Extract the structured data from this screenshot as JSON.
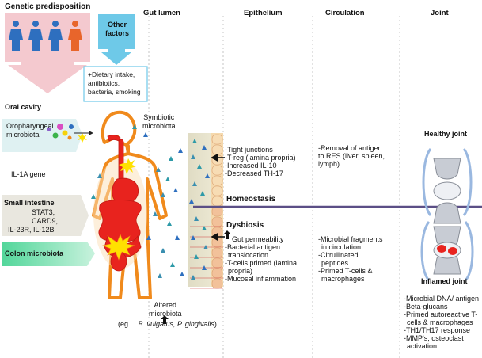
{
  "columns": {
    "genetic": "Genetic predisposition",
    "gut_lumen": "Gut lumen",
    "epithelium": "Epithelium",
    "circulation": "Circulation",
    "joint": "Joint"
  },
  "other_factors": {
    "title": "Other factors",
    "items": "+Dietary intake, antibiotics, bacteria, smoking",
    "lines": [
      "+Dietary intake,",
      "antibiotics,",
      "bacteria, smoking"
    ]
  },
  "oral": {
    "title": "Oral cavity",
    "microbiota_lines": [
      "Oropharyngeal",
      "microbiota"
    ],
    "gene": "IL-1A gene"
  },
  "small_intestine": {
    "title": "Small intestine",
    "genes": [
      "STAT3,",
      "CARD9,",
      "IL-23R, IL-12B"
    ]
  },
  "colon": {
    "title": "Colon microbiota"
  },
  "symbiotic": [
    "Symbiotic",
    "microbiota"
  ],
  "altered": {
    "lines": [
      "Altered",
      "microbiota"
    ],
    "example_prefix": "(eg ",
    "example_species": "B. vulgatus, P. gingivalis",
    "example_suffix": ")"
  },
  "homeostasis": {
    "label": "Homeostasis",
    "epithelium": [
      "-Tight junctions",
      "-T-reg (lamina propria)",
      "-Increased IL-10",
      "-Decreased TH-17"
    ],
    "circulation": [
      "-Removal of antigen",
      "to RES (liver, spleen,",
      "lymph)"
    ],
    "joint": "Healthy joint"
  },
  "dysbiosis": {
    "label": "Dysbiosis",
    "epithelium": [
      " Gut permeability",
      "-Bacterial antigen",
      "translocation",
      "-T-cells primed (lamina",
      "propria)",
      "-Mucosal inflammation"
    ],
    "circulation": [
      "-Microbial fragments",
      "in circulation",
      "-Citrullinated",
      "peptides",
      "-Primed T-cells &",
      "macrophages"
    ],
    "joint": "Inflamed joint",
    "joint_items": [
      "-Microbial DNA/ antigen",
      "-Beta-glucans",
      "-Primed autoreactive T-",
      "cells & macrophages",
      "-TH1/TH17 response",
      "-MMP's, osteoclast",
      "activation"
    ]
  },
  "colors": {
    "people_blue": "#2e6fbf",
    "people_orange": "#e8652b",
    "pink_panel": "#f4c9cf",
    "cyan_arrow": "#6ec9e8",
    "organ_red": "#e8231e",
    "body_orange": "#f08a1c",
    "green_arrow": "#52d69a",
    "grey_arrow": "#e9e7df",
    "divider": "#5b4f86"
  }
}
